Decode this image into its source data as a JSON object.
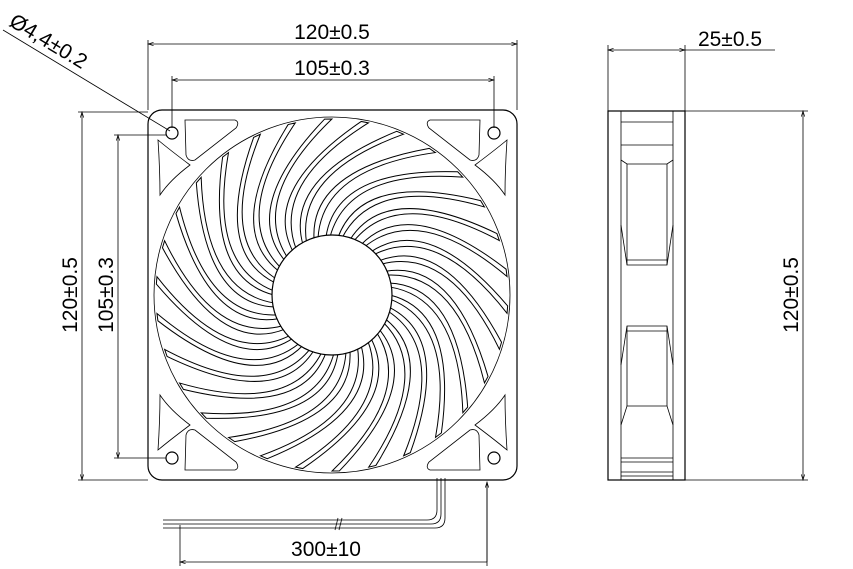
{
  "dimensions": {
    "hole_diameter": "Ø4,4±0.2",
    "front_width": "120±0.5",
    "front_hole_spacing_horizontal": "105±0.3",
    "front_height": "120±0.5",
    "front_hole_spacing_vertical": "105±0.3",
    "side_thickness": "25±0.5",
    "side_height": "120±0.5",
    "cable_length": "300±10"
  },
  "fan": {
    "blade_count": 30
  }
}
